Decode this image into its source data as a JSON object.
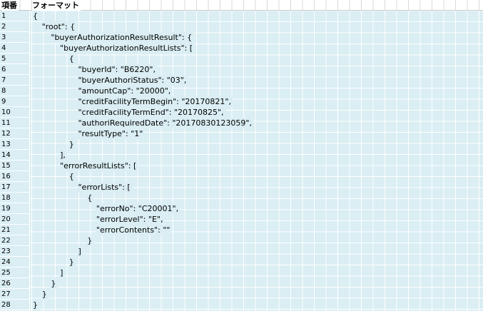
{
  "header": {
    "col_no": "項番",
    "col_format": "フォーマット"
  },
  "rows": [
    {
      "no": "1",
      "indent": 0,
      "text": "{"
    },
    {
      "no": "2",
      "indent": 1,
      "text": "\"root\": {"
    },
    {
      "no": "3",
      "indent": 2,
      "text": "\"buyerAuthorizationResultResult\": {"
    },
    {
      "no": "4",
      "indent": 3,
      "text": "\"buyerAuthorizationResultLists\": ["
    },
    {
      "no": "5",
      "indent": 4,
      "text": "{"
    },
    {
      "no": "6",
      "indent": 5,
      "text": "\"buyerId\": \"B6220\","
    },
    {
      "no": "7",
      "indent": 5,
      "text": "\"buyerAuthoriStatus\": \"03\","
    },
    {
      "no": "8",
      "indent": 5,
      "text": "\"amountCap\": \"20000\","
    },
    {
      "no": "9",
      "indent": 5,
      "text": "\"creditFacilityTermBegin\": \"20170821\","
    },
    {
      "no": "10",
      "indent": 5,
      "text": "\"creditFacilityTermEnd\": \"20170825\","
    },
    {
      "no": "11",
      "indent": 5,
      "text": "\"authoriRequiredDate\": \"20170830123059\","
    },
    {
      "no": "12",
      "indent": 5,
      "text": "\"resultType\": \"1\""
    },
    {
      "no": "13",
      "indent": 4,
      "text": "}"
    },
    {
      "no": "14",
      "indent": 3,
      "text": "],"
    },
    {
      "no": "15",
      "indent": 3,
      "text": "\"errorResultLists\": ["
    },
    {
      "no": "16",
      "indent": 4,
      "text": "{"
    },
    {
      "no": "17",
      "indent": 5,
      "text": "\"errorLists\": ["
    },
    {
      "no": "18",
      "indent": 6,
      "text": "{"
    },
    {
      "no": "19",
      "indent": 7,
      "text": "\"errorNo\": \"C20001\","
    },
    {
      "no": "20",
      "indent": 7,
      "text": "\"errorLevel\": \"E\","
    },
    {
      "no": "21",
      "indent": 7,
      "text": "\"errorContents\": \"\""
    },
    {
      "no": "22",
      "indent": 6,
      "text": "}"
    },
    {
      "no": "23",
      "indent": 5,
      "text": "]"
    },
    {
      "no": "24",
      "indent": 4,
      "text": "}"
    },
    {
      "no": "25",
      "indent": 3,
      "text": "]"
    },
    {
      "no": "26",
      "indent": 2,
      "text": "}"
    },
    {
      "no": "27",
      "indent": 1,
      "text": "}"
    },
    {
      "no": "28",
      "indent": 0,
      "text": "}"
    }
  ]
}
